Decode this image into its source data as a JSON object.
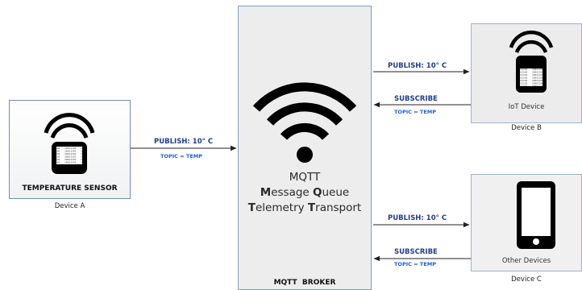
{
  "device_a": {
    "title": "TEMPERATURE SENSOR",
    "caption": "Device A",
    "icon": "wireless-sensor-icon"
  },
  "broker": {
    "line1": "MQTT",
    "line2_parts": [
      "M",
      "essage ",
      "Q",
      "ueue"
    ],
    "line3_parts": [
      "T",
      "elemetry ",
      "T",
      "ransport"
    ],
    "footer": "MQTT  BROKER",
    "icon": "wifi-icon"
  },
  "device_b": {
    "label": "IoT Device",
    "caption": "Device B",
    "icon": "wireless-sensor-icon"
  },
  "device_c": {
    "label": "Other Devices",
    "caption": "Device C",
    "icon": "smartphone-icon"
  },
  "arrows": {
    "a_publish": "PUBLISH: 10° C",
    "a_topic": "TOPIC = TEMP",
    "b_publish": "PUBLISH: 10° C",
    "b_subscribe": "SUBSCRIBE",
    "b_topic": "TOPIC = TEMP",
    "c_publish": "PUBLISH: 10° C",
    "c_subscribe": "SUBSCRIBE",
    "c_topic": "TOPIC = TEMP"
  },
  "colors": {
    "label_blue": "#1f3f8c",
    "topic_blue": "#1c5fd6",
    "box_border": "#6f8fb4"
  }
}
